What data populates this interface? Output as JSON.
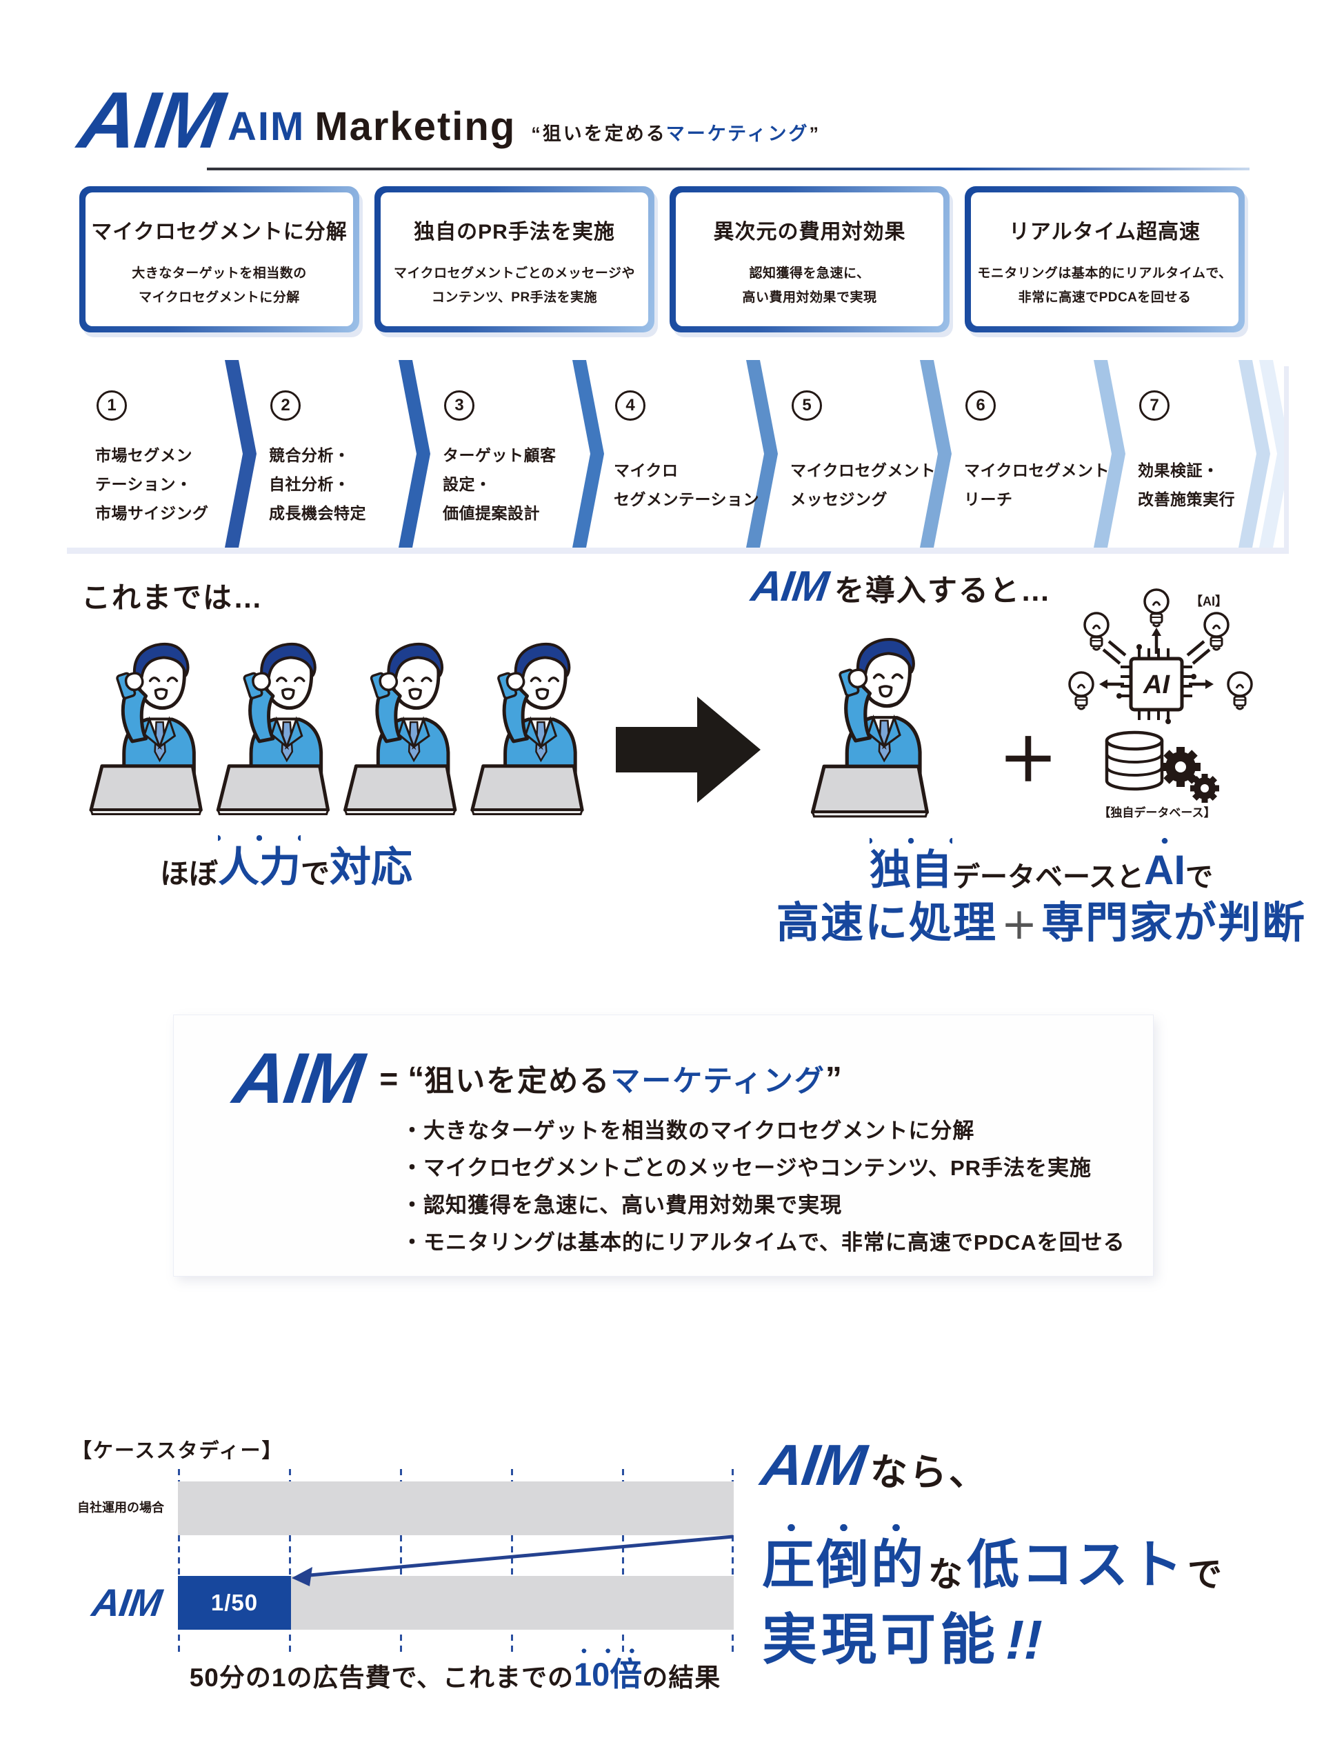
{
  "header": {
    "logo": "AIM",
    "brand_aim": "AIM",
    "brand_rest": "Marketing",
    "q_open": "“",
    "tag_black": "狙いを定める",
    "tag_blue": "マーケティング",
    "q_close": "”"
  },
  "features": [
    {
      "title": "マイクロセグメントに分解",
      "body1": "大きなターゲットを相当数の",
      "body2": "マイクロセグメントに分解"
    },
    {
      "title": "独自のPR手法を実施",
      "body1": "マイクロセグメントごとのメッセージや",
      "body2": "コンテンツ、PR手法を実施"
    },
    {
      "title": "異次元の費用対効果",
      "body1": "認知獲得を急速に、",
      "body2": "高い費用対効果で実現"
    },
    {
      "title": "リアルタイム超高速",
      "body1": "モニタリングは基本的にリアルタイムで、",
      "body2": "非常に高速でPDCAを回せる"
    }
  ],
  "process": {
    "steps": [
      {
        "num": "1",
        "lines": [
          "市場セグメン",
          "テーション・",
          "市場サイジング"
        ]
      },
      {
        "num": "2",
        "lines": [
          "競合分析・",
          "自社分析・",
          "成長機会特定"
        ]
      },
      {
        "num": "3",
        "lines": [
          "ターゲット顧客",
          "設定・",
          "価値提案設計"
        ]
      },
      {
        "num": "4",
        "lines": [
          "マイクロ",
          "セグメンテーション"
        ]
      },
      {
        "num": "5",
        "lines": [
          "マイクロセグメント",
          "メッセジング"
        ]
      },
      {
        "num": "6",
        "lines": [
          "マイクロセグメント",
          "リーチ"
        ]
      },
      {
        "num": "7",
        "lines": [
          "効果検証・",
          "改善施策実行"
        ]
      }
    ]
  },
  "comparison": {
    "before_title": "これまでは…",
    "after_title_aim": "AIM",
    "after_title_rest": "を導入すると…",
    "plus": "＋",
    "ai_label": "【AI】",
    "chip_text": "AI",
    "db_label": "【独自データベース】",
    "before_caption": {
      "p1": "ほぼ",
      "p2": "人力",
      "p3": "で",
      "p4": "対応"
    },
    "after_caption_line1": {
      "p1": "独自",
      "p2": "データベースと",
      "p3": "AI",
      "p4": "で"
    },
    "after_caption_line2": {
      "p1": "高速に処理",
      "p2": "＋",
      "p3": "専門家が判断"
    }
  },
  "definition": {
    "logo": "AIM",
    "eq": "=",
    "q_open": "“",
    "black": "狙いを定める",
    "blue": "マーケティング",
    "q_close": "”",
    "bullets": [
      "・大きなターゲットを相当数のマイクロセグメントに分解",
      "・マイクロセグメントごとのメッセージやコンテンツ、PR手法を実施",
      "・認知獲得を急速に、高い費用対効果で実現",
      "・モニタリングは基本的にリアルタイムで、非常に高速でPDCAを回せる"
    ]
  },
  "case_study": {
    "section_label": "【ケーススタディー】",
    "row1_label": "自社運用の場合",
    "row2_label": "AIM",
    "bar_label": "1/50",
    "caption": {
      "p1": "50分の1の広告費で、これまでの",
      "p2": "10倍",
      "p3": "の結果"
    },
    "chart_data": {
      "type": "bar",
      "orientation": "horizontal",
      "categories": [
        "自社運用の場合",
        "AIM"
      ],
      "values_relative_cost": [
        50,
        1
      ],
      "bar_widths_fraction_drawn": [
        1.0,
        0.2
      ],
      "bar_label_on_aim": "1/50",
      "gridline_count": 6,
      "annotation": "50分の1の広告費で、これまでの10倍の結果",
      "colors": {
        "default_bar": "#d8d8da",
        "aim_bar": "#17479d",
        "gridline": "#2a4fa0"
      }
    }
  },
  "closing": {
    "l1_aim": "AIM",
    "l1_rest": "なら、",
    "l2_p1": "圧倒的",
    "l2_p2": "な",
    "l2_p3": "低コスト",
    "l2_p4": "で",
    "l3_p1": "実現可能",
    "l3_p2": "!!"
  },
  "colors": {
    "brand_blue": "#17479d",
    "ink": "#231815",
    "suit_blue": "#45a3dc",
    "bar_gray": "#d8d8da"
  }
}
